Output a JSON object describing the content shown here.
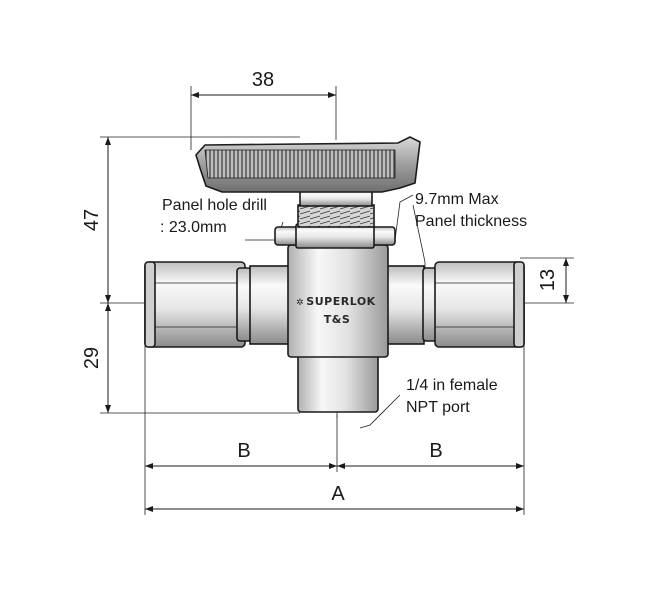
{
  "drawing": {
    "dims": {
      "handle_width": "38",
      "overall_height_upper": "47",
      "lower_height": "29",
      "port_height": "13",
      "half_length_left": "B",
      "half_length_right": "B",
      "overall_length": "A"
    },
    "notes": {
      "panel_hole_line1": "Panel hole drill",
      "panel_hole_line2": ": 23.0mm",
      "panel_thickness_line1": "9.7mm Max",
      "panel_thickness_line2": "Panel thickness",
      "npt_line1": "1/4 in female",
      "npt_line2": "NPT port"
    },
    "brand": {
      "line1": "SUPERLOK",
      "line2": "T&S"
    }
  },
  "colors": {
    "line": "#1a1a1a",
    "metal_light": "#f2f2f2",
    "metal_dark": "#9a9a9a"
  }
}
